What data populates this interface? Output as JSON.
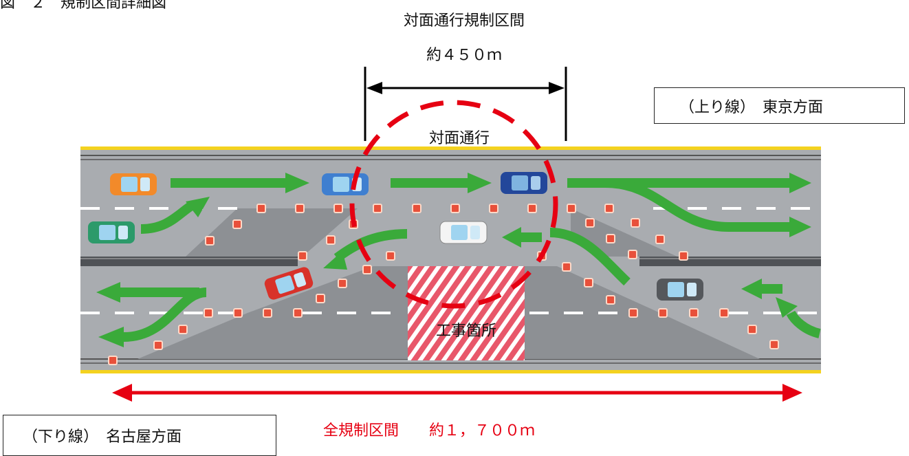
{
  "figure_title": "図　２　規制区間詳細図",
  "section": {
    "title": "対面通行規制区間",
    "length": "約４５０ｍ",
    "label": "対面通行"
  },
  "work_zone": {
    "label": "工事箇所"
  },
  "directions": {
    "upbound": "（上り線）　東京方面",
    "downbound": "（下り線）　名古屋方面"
  },
  "total_section": "全規制区間　　約１，７００ｍ",
  "colors": {
    "road": "#a9acb0",
    "restricted": "#8d9094",
    "edge_line": "#f4d21f",
    "arrow_green": "#3aaa3a",
    "accent_red": "#e60012",
    "cone": "#e8503a"
  }
}
